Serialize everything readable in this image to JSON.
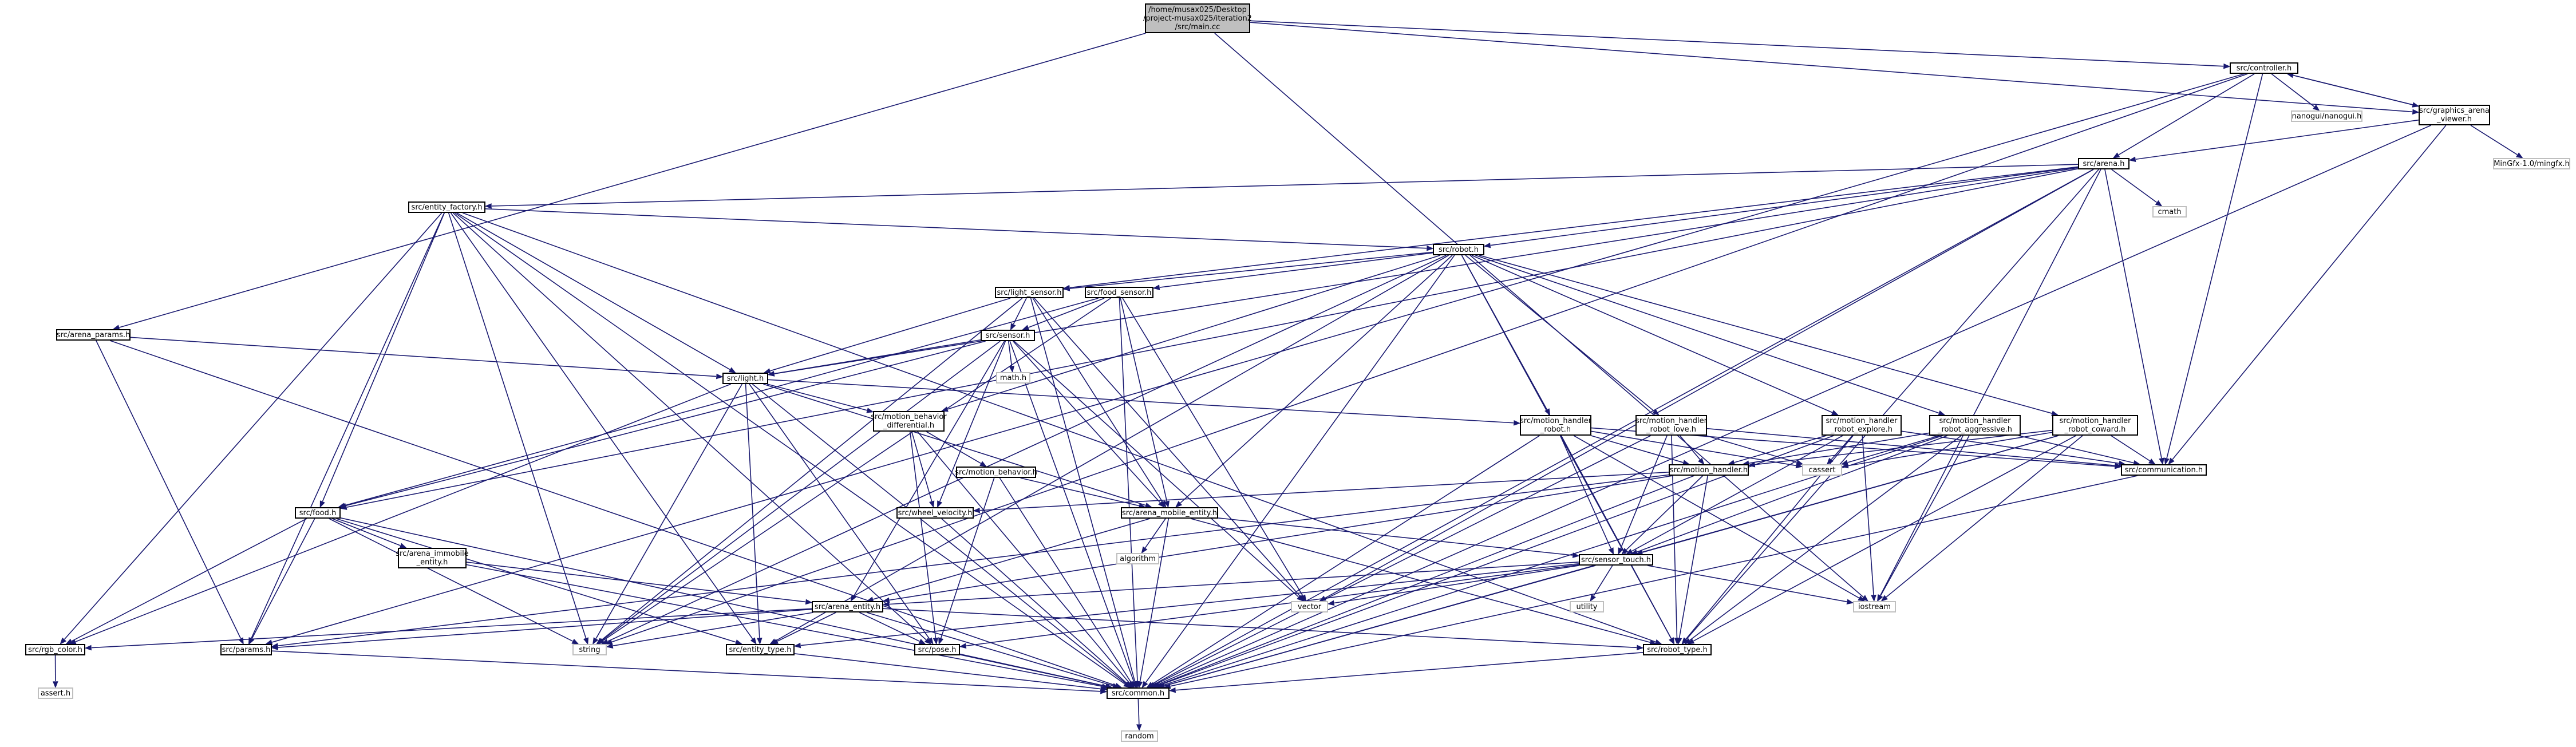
{
  "colors": {
    "edge": "#191970",
    "node_border": "#000000",
    "external_border": "#bfbfbf",
    "root_fill": "#bfbfbf",
    "background": "#ffffff"
  },
  "nodes": {
    "main": {
      "lines": [
        "/home/musax025/Desktop",
        "/project-musax025/iteration2",
        "/src/main.cc"
      ]
    },
    "controller": {
      "lines": [
        "src/controller.h"
      ]
    },
    "nanogui": {
      "lines": [
        "nanogui/nanogui.h"
      ]
    },
    "graphics_viewer": {
      "lines": [
        "src/graphics_arena",
        "_viewer.h"
      ]
    },
    "mingfx": {
      "lines": [
        "MinGfx-1.0/mingfx.h"
      ]
    },
    "arena": {
      "lines": [
        "src/arena.h"
      ]
    },
    "cmath": {
      "lines": [
        "cmath"
      ]
    },
    "entity_factory": {
      "lines": [
        "src/entity_factory.h"
      ]
    },
    "robot": {
      "lines": [
        "src/robot.h"
      ]
    },
    "light_sensor": {
      "lines": [
        "src/light_sensor.h"
      ]
    },
    "food_sensor": {
      "lines": [
        "src/food_sensor.h"
      ]
    },
    "sensor": {
      "lines": [
        "src/sensor.h"
      ]
    },
    "math": {
      "lines": [
        "math.h"
      ]
    },
    "arena_params": {
      "lines": [
        "src/arena_params.h"
      ]
    },
    "light": {
      "lines": [
        "src/light.h"
      ]
    },
    "mb_differential": {
      "lines": [
        "src/motion_behavior",
        "_differential.h"
      ]
    },
    "motion_behavior": {
      "lines": [
        "src/motion_behavior.h"
      ]
    },
    "mh_robot": {
      "lines": [
        "src/motion_handler",
        "_robot.h"
      ]
    },
    "mh_love": {
      "lines": [
        "src/motion_handler",
        "_robot_love.h"
      ]
    },
    "mh_explore": {
      "lines": [
        "src/motion_handler",
        "_robot_explore.h"
      ]
    },
    "mh_aggressive": {
      "lines": [
        "src/motion_handler",
        "_robot_aggressive.h"
      ]
    },
    "mh_coward": {
      "lines": [
        "src/motion_handler",
        "_robot_coward.h"
      ]
    },
    "cassert": {
      "lines": [
        "cassert"
      ]
    },
    "communication": {
      "lines": [
        "src/communication.h"
      ]
    },
    "motion_handler": {
      "lines": [
        "src/motion_handler.h"
      ]
    },
    "wheel_velocity": {
      "lines": [
        "src/wheel_velocity.h"
      ]
    },
    "arena_mobile": {
      "lines": [
        "src/arena_mobile_entity.h"
      ]
    },
    "algorithm": {
      "lines": [
        "algorithm"
      ]
    },
    "food": {
      "lines": [
        "src/food.h"
      ]
    },
    "arena_immobile": {
      "lines": [
        "src/arena_immobile",
        "_entity.h"
      ]
    },
    "sensor_touch": {
      "lines": [
        "src/sensor_touch.h"
      ]
    },
    "utility": {
      "lines": [
        "utility"
      ]
    },
    "vector": {
      "lines": [
        "vector"
      ]
    },
    "iostream": {
      "lines": [
        "iostream"
      ]
    },
    "arena_entity": {
      "lines": [
        "src/arena_entity.h"
      ]
    },
    "rgb_color": {
      "lines": [
        "src/rgb_color.h"
      ]
    },
    "params": {
      "lines": [
        "src/params.h"
      ]
    },
    "string": {
      "lines": [
        "string"
      ]
    },
    "entity_type": {
      "lines": [
        "src/entity_type.h"
      ]
    },
    "pose": {
      "lines": [
        "src/pose.h"
      ]
    },
    "robot_type": {
      "lines": [
        "src/robot_type.h"
      ]
    },
    "assert": {
      "lines": [
        "assert.h"
      ]
    },
    "common": {
      "lines": [
        "src/common.h"
      ]
    },
    "random": {
      "lines": [
        "random"
      ]
    }
  },
  "edges": [
    [
      "main",
      "controller"
    ],
    [
      "main",
      "graphics_viewer"
    ],
    [
      "main",
      "arena_params"
    ],
    [
      "main",
      "iostream"
    ],
    [
      "controller",
      "nanogui"
    ],
    [
      "controller",
      "graphics_viewer"
    ],
    [
      "controller",
      "arena"
    ],
    [
      "controller",
      "communication"
    ],
    [
      "controller",
      "params"
    ],
    [
      "controller",
      "string"
    ],
    [
      "graphics_viewer",
      "controller"
    ],
    [
      "graphics_viewer",
      "mingfx"
    ],
    [
      "graphics_viewer",
      "arena"
    ],
    [
      "graphics_viewer",
      "communication"
    ],
    [
      "graphics_viewer",
      "common"
    ],
    [
      "arena",
      "cmath"
    ],
    [
      "arena",
      "iostream"
    ],
    [
      "arena",
      "vector"
    ],
    [
      "arena",
      "entity_factory"
    ],
    [
      "arena",
      "robot"
    ],
    [
      "arena",
      "light"
    ],
    [
      "arena",
      "food"
    ],
    [
      "arena",
      "communication"
    ],
    [
      "arena",
      "robot_type"
    ],
    [
      "arena",
      "common"
    ],
    [
      "arena",
      "light_sensor"
    ],
    [
      "entity_factory",
      "robot"
    ],
    [
      "entity_factory",
      "light"
    ],
    [
      "entity_factory",
      "food"
    ],
    [
      "entity_factory",
      "entity_type"
    ],
    [
      "entity_factory",
      "params"
    ],
    [
      "entity_factory",
      "string"
    ],
    [
      "entity_factory",
      "pose"
    ],
    [
      "entity_factory",
      "robot_type"
    ],
    [
      "entity_factory",
      "rgb_color"
    ],
    [
      "entity_factory",
      "common"
    ],
    [
      "robot",
      "light_sensor"
    ],
    [
      "robot",
      "food_sensor"
    ],
    [
      "robot",
      "mh_robot"
    ],
    [
      "robot",
      "mh_love"
    ],
    [
      "robot",
      "mh_explore"
    ],
    [
      "robot",
      "mh_aggressive"
    ],
    [
      "robot",
      "mh_coward"
    ],
    [
      "robot",
      "mb_differential"
    ],
    [
      "robot",
      "arena_mobile"
    ],
    [
      "robot",
      "robot_type"
    ],
    [
      "robot",
      "string"
    ],
    [
      "robot",
      "entity_type"
    ],
    [
      "robot",
      "common"
    ],
    [
      "light_sensor",
      "sensor"
    ],
    [
      "light_sensor",
      "light"
    ],
    [
      "light_sensor",
      "arena_mobile"
    ],
    [
      "light_sensor",
      "vector"
    ],
    [
      "light_sensor",
      "string"
    ],
    [
      "light_sensor",
      "common"
    ],
    [
      "food_sensor",
      "sensor"
    ],
    [
      "food_sensor",
      "food"
    ],
    [
      "food_sensor",
      "arena_mobile"
    ],
    [
      "food_sensor",
      "vector"
    ],
    [
      "food_sensor",
      "string"
    ],
    [
      "food_sensor",
      "common"
    ],
    [
      "sensor",
      "math"
    ],
    [
      "sensor",
      "light"
    ],
    [
      "sensor",
      "arena_entity"
    ],
    [
      "sensor",
      "arena_mobile"
    ],
    [
      "sensor",
      "wheel_velocity"
    ],
    [
      "sensor",
      "food"
    ],
    [
      "sensor",
      "vector"
    ],
    [
      "sensor",
      "string"
    ],
    [
      "sensor",
      "common"
    ],
    [
      "arena_params",
      "light"
    ],
    [
      "arena_params",
      "params"
    ],
    [
      "arena_params",
      "common"
    ],
    [
      "light",
      "mb_differential"
    ],
    [
      "light",
      "arena_mobile"
    ],
    [
      "light",
      "mh_robot"
    ],
    [
      "light",
      "entity_type"
    ],
    [
      "light",
      "pose"
    ],
    [
      "light",
      "string"
    ],
    [
      "light",
      "common"
    ],
    [
      "light",
      "rgb_color"
    ],
    [
      "mb_differential",
      "motion_behavior"
    ],
    [
      "mb_differential",
      "wheel_velocity"
    ],
    [
      "mb_differential",
      "pose"
    ],
    [
      "mb_differential",
      "common"
    ],
    [
      "motion_behavior",
      "arena_mobile"
    ],
    [
      "motion_behavior",
      "pose"
    ],
    [
      "motion_behavior",
      "common"
    ],
    [
      "mh_robot",
      "motion_handler"
    ],
    [
      "mh_robot",
      "sensor_touch"
    ],
    [
      "mh_robot",
      "communication"
    ],
    [
      "mh_robot",
      "cassert"
    ],
    [
      "mh_robot",
      "iostream"
    ],
    [
      "mh_robot",
      "robot_type"
    ],
    [
      "mh_robot",
      "common"
    ],
    [
      "mh_love",
      "motion_handler"
    ],
    [
      "mh_love",
      "sensor_touch"
    ],
    [
      "mh_love",
      "communication"
    ],
    [
      "mh_love",
      "cassert"
    ],
    [
      "mh_love",
      "robot_type"
    ],
    [
      "mh_love",
      "common"
    ],
    [
      "mh_explore",
      "motion_handler"
    ],
    [
      "mh_explore",
      "sensor_touch"
    ],
    [
      "mh_explore",
      "communication"
    ],
    [
      "mh_explore",
      "cassert"
    ],
    [
      "mh_explore",
      "iostream"
    ],
    [
      "mh_explore",
      "robot_type"
    ],
    [
      "mh_explore",
      "common"
    ],
    [
      "mh_aggressive",
      "motion_handler"
    ],
    [
      "mh_aggressive",
      "sensor_touch"
    ],
    [
      "mh_aggressive",
      "communication"
    ],
    [
      "mh_aggressive",
      "cassert"
    ],
    [
      "mh_aggressive",
      "iostream"
    ],
    [
      "mh_aggressive",
      "robot_type"
    ],
    [
      "mh_aggressive",
      "common"
    ],
    [
      "mh_coward",
      "motion_handler"
    ],
    [
      "mh_coward",
      "sensor_touch"
    ],
    [
      "mh_coward",
      "communication"
    ],
    [
      "mh_coward",
      "cassert"
    ],
    [
      "mh_coward",
      "iostream"
    ],
    [
      "mh_coward",
      "robot_type"
    ],
    [
      "mh_coward",
      "common"
    ],
    [
      "communication",
      "common"
    ],
    [
      "motion_handler",
      "wheel_velocity"
    ],
    [
      "motion_handler",
      "sensor_touch"
    ],
    [
      "motion_handler",
      "arena_entity"
    ],
    [
      "motion_handler",
      "robot_type"
    ],
    [
      "motion_handler",
      "params"
    ],
    [
      "motion_handler",
      "common"
    ],
    [
      "wheel_velocity",
      "common"
    ],
    [
      "arena_mobile",
      "algorithm"
    ],
    [
      "arena_mobile",
      "arena_entity"
    ],
    [
      "arena_mobile",
      "sensor_touch"
    ],
    [
      "arena_mobile",
      "robot_type"
    ],
    [
      "arena_mobile",
      "common"
    ],
    [
      "food",
      "arena_immobile"
    ],
    [
      "food",
      "params"
    ],
    [
      "food",
      "entity_type"
    ],
    [
      "food",
      "string"
    ],
    [
      "food",
      "rgb_color"
    ],
    [
      "food",
      "common"
    ],
    [
      "arena_immobile",
      "arena_entity"
    ],
    [
      "arena_immobile",
      "common"
    ],
    [
      "sensor_touch",
      "utility"
    ],
    [
      "sensor_touch",
      "vector"
    ],
    [
      "sensor_touch",
      "iostream"
    ],
    [
      "sensor_touch",
      "arena_entity"
    ],
    [
      "sensor_touch",
      "entity_type"
    ],
    [
      "sensor_touch",
      "pose"
    ],
    [
      "sensor_touch",
      "common"
    ],
    [
      "arena_entity",
      "params"
    ],
    [
      "arena_entity",
      "entity_type"
    ],
    [
      "arena_entity",
      "pose"
    ],
    [
      "arena_entity",
      "string"
    ],
    [
      "arena_entity",
      "rgb_color"
    ],
    [
      "arena_entity",
      "robot_type"
    ],
    [
      "arena_entity",
      "common"
    ],
    [
      "rgb_color",
      "assert"
    ],
    [
      "params",
      "common"
    ],
    [
      "entity_type",
      "common"
    ],
    [
      "pose",
      "common"
    ],
    [
      "robot_type",
      "common"
    ],
    [
      "common",
      "random"
    ]
  ]
}
